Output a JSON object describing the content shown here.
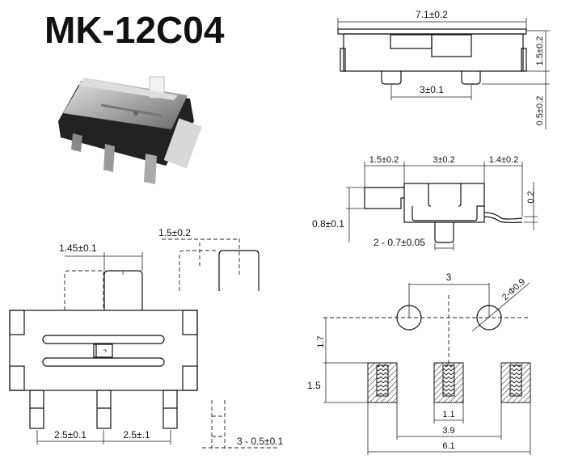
{
  "title": "MK-12C04",
  "front_view": {
    "width": "7.1±0.2",
    "height": "1.5±0.2",
    "pin_length": "0.5±0.2",
    "pin_pitch": "3±0.1"
  },
  "side_view": {
    "left": "1.5±0.2",
    "middle": "3±0.2",
    "right": "1.4±0.2",
    "height": "0.8±0.1",
    "thickness": "0.2",
    "pin_width": "2 - 0.7±0.05"
  },
  "top_view": {
    "actuator_width": "1.45±0.1",
    "actuator_travel": "1.5±0.2",
    "pitch_left": "2.5±0.1",
    "pitch_right": "2.5±.1",
    "pin_width": "3 - 0.5±0.1"
  },
  "footprint": {
    "hole_pitch": "3",
    "hole_diameter": "2-Φ0.9",
    "hole_offset": "1.7",
    "pad_height": "1.5",
    "pad_width": "1.1",
    "inner_span": "3.9",
    "outer_span": "6.1"
  }
}
